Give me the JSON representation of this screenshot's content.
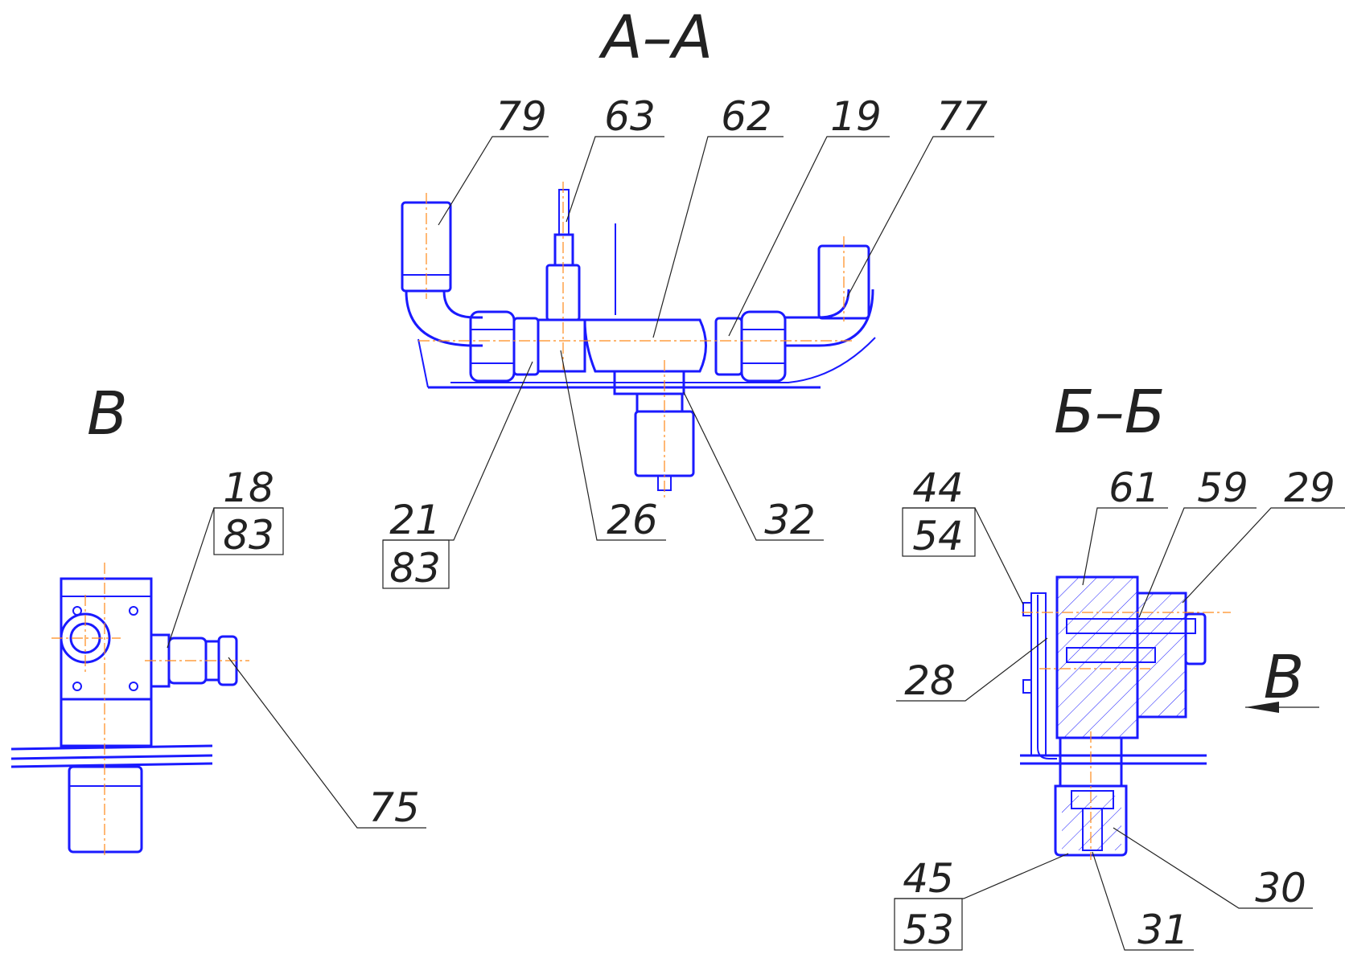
{
  "views": {
    "aa_title": "А–А",
    "bb_title": "Б–Б",
    "v_title": "В",
    "v_arrow_letter": "В"
  },
  "callouts": {
    "aa_79": "79",
    "aa_63": "63",
    "aa_62": "62",
    "aa_19": "19",
    "aa_77": "77",
    "aa_21": "21",
    "aa_83": "83",
    "aa_26": "26",
    "aa_32": "32",
    "v_18": "18",
    "v_83": "83",
    "v_75": "75",
    "bb_44": "44",
    "bb_54": "54",
    "bb_61": "61",
    "bb_59": "59",
    "bb_29": "29",
    "bb_28": "28",
    "bb_45": "45",
    "bb_53": "53",
    "bb_30": "30",
    "bb_31": "31"
  },
  "colors": {
    "outline": "#1a1aff",
    "axis": "#ff8a1a",
    "leader": "#222222"
  }
}
